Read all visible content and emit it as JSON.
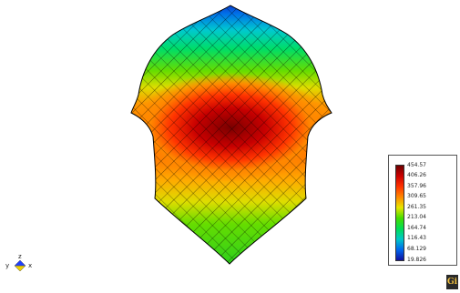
{
  "viewer": {
    "legend": {
      "values": [
        "454.57",
        "406.26",
        "357.96",
        "309.65",
        "261.35",
        "213.04",
        "164.74",
        "116.43",
        "68.129",
        "19.826"
      ],
      "colors": [
        "#6e0000",
        "#cc0000",
        "#ff3300",
        "#ff8800",
        "#e6e600",
        "#44dd00",
        "#00dd55",
        "#00c8c8",
        "#0066ee",
        "#1010a0"
      ]
    },
    "axes": {
      "x": "x",
      "y": "y",
      "z": "z"
    },
    "logo": "Gi"
  }
}
